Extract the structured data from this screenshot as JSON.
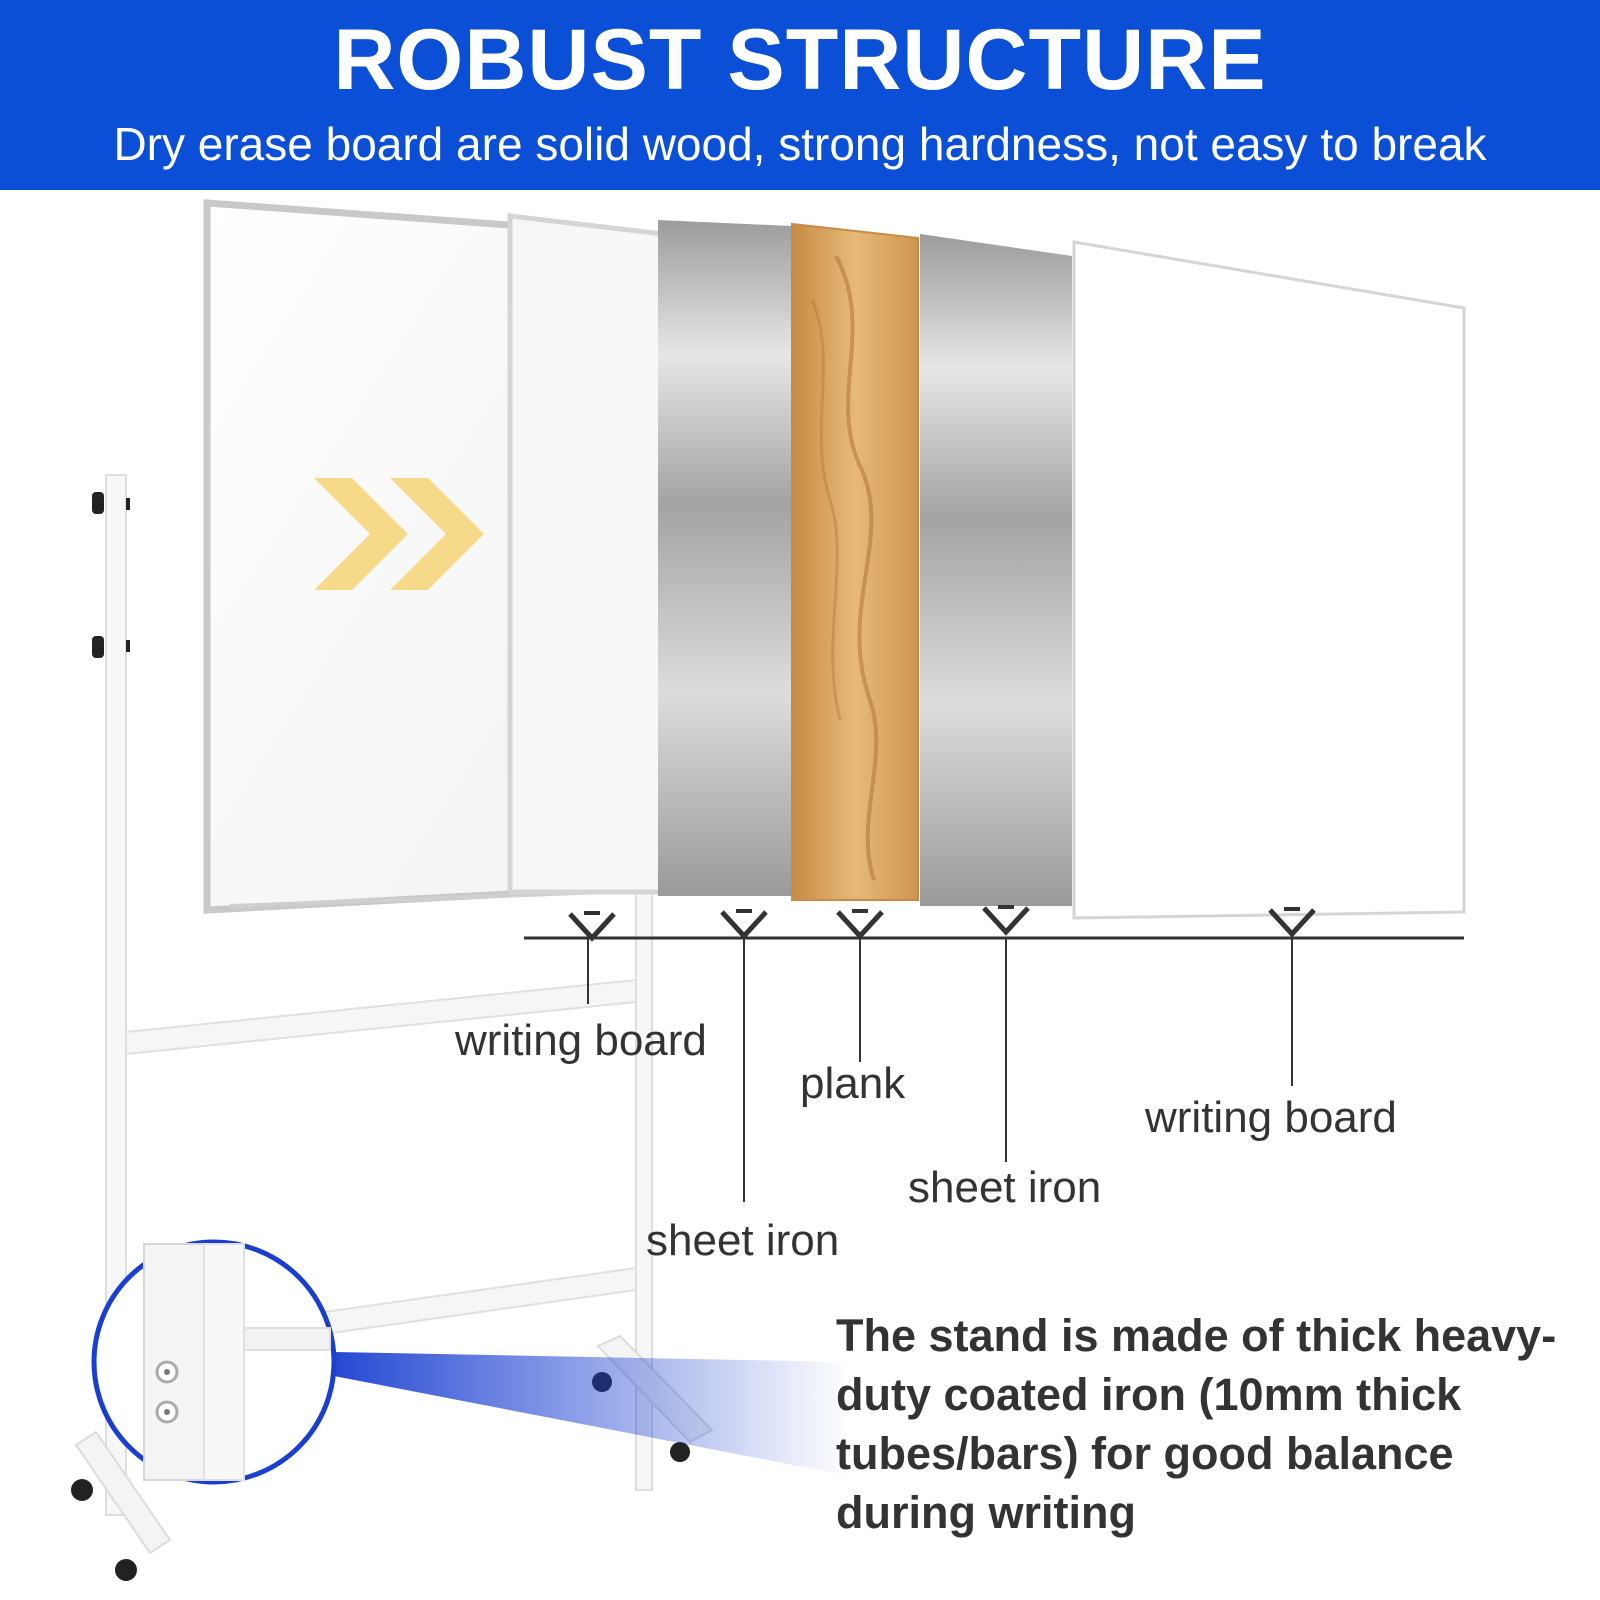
{
  "banner": {
    "title": "ROBUST STRUCTURE",
    "subtitle": "Dry erase board are solid wood, strong hardness, not easy to break",
    "color": "#0a4fd6"
  },
  "layers": [
    {
      "label": "writing board",
      "material": "whiteboard-panel"
    },
    {
      "label": "sheet iron",
      "material": "brushed-steel"
    },
    {
      "label": "plank",
      "material": "wood"
    },
    {
      "label": "sheet iron",
      "material": "brushed-steel"
    },
    {
      "label": "writing board",
      "material": "whiteboard-panel"
    }
  ],
  "callout": {
    "text": "The stand is made of thick heavy-duty coated iron (10mm thick tubes/bars) for good balance during writing"
  },
  "icons": {
    "arrows": "double-chevron-right-icon",
    "zoom": "magnifier-detail-icon",
    "pointer": "v-marker-icon"
  },
  "colors": {
    "arrow": "#f7d98a",
    "zoom_ring": "#1a3fd0",
    "steel": "#b8b8b8",
    "wood": "#d9a35c"
  }
}
